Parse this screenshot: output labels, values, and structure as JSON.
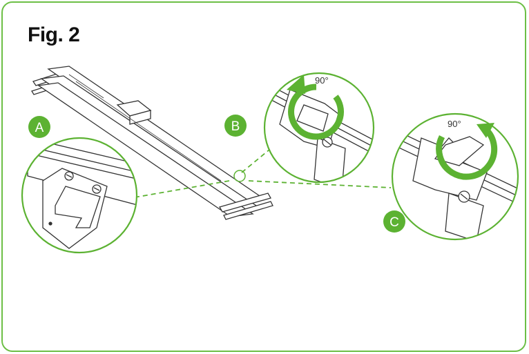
{
  "figure": {
    "title": "Fig. 2",
    "accent_color": "#5cb232",
    "frame_color": "#6cbf45"
  },
  "callouts": [
    {
      "id": "A",
      "label": "A",
      "angle": ""
    },
    {
      "id": "B",
      "label": "B",
      "angle": "90°"
    },
    {
      "id": "C",
      "label": "C",
      "angle": "90°"
    }
  ],
  "icons": [
    "rotate-arrow-icon",
    "screw-icon"
  ]
}
